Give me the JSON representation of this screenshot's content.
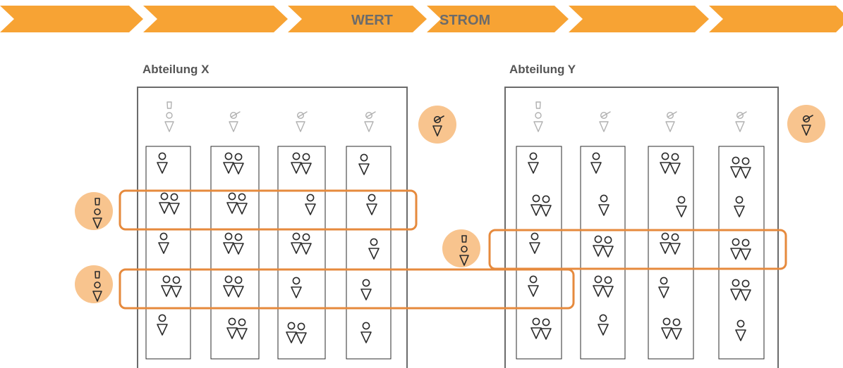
{
  "banner": {
    "word_left": "WERT",
    "word_right": "STROM",
    "color": "#f7a334"
  },
  "departments": [
    {
      "label": "Abteilung X"
    },
    {
      "label": "Abteilung Y"
    }
  ],
  "colors": {
    "highlight_stroke": "#e68a3d",
    "highlight_fill": "#f8c48e",
    "frame": "#6b6b6b"
  },
  "icons": {
    "person": "person-icon",
    "leader": "manager-icon",
    "specialist": "specialist-icon"
  }
}
